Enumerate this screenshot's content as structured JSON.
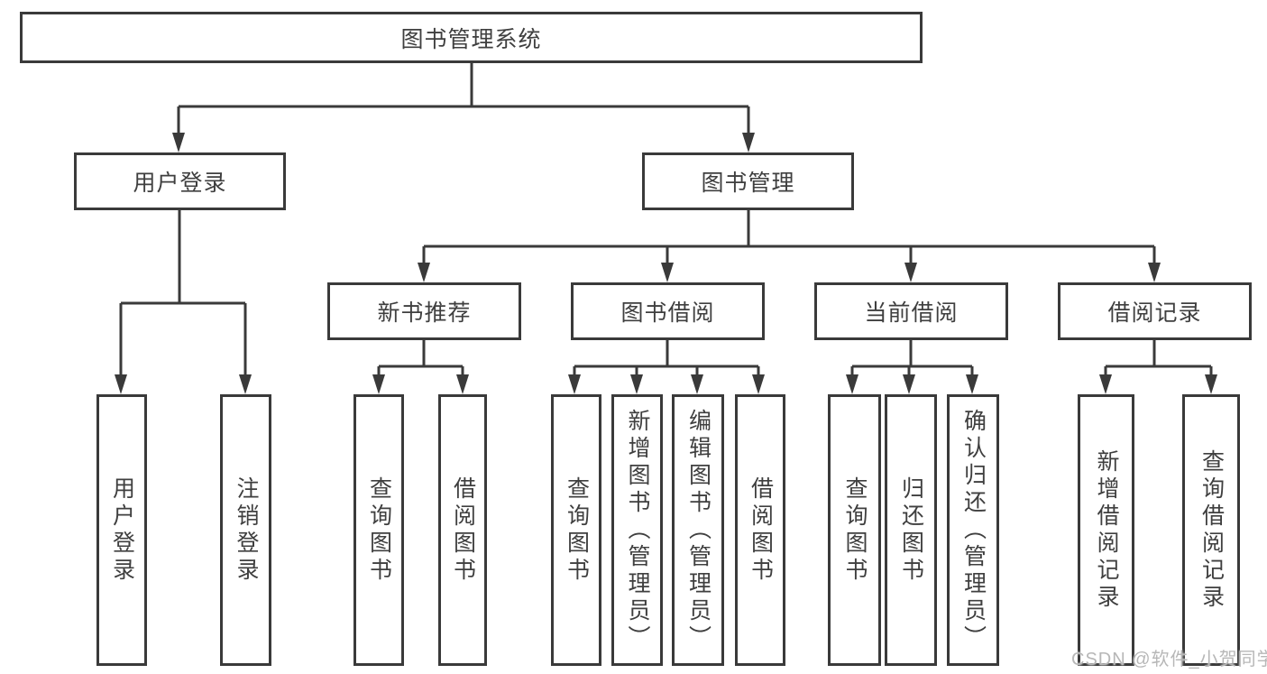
{
  "diagram": {
    "root": {
      "label": "图书管理系统"
    },
    "level2": [
      {
        "id": "user-login",
        "label": "用户登录"
      },
      {
        "id": "book-management",
        "label": "图书管理"
      }
    ],
    "level3": [
      {
        "id": "new-book-recommend",
        "label": "新书推荐"
      },
      {
        "id": "book-borrowing",
        "label": "图书借阅"
      },
      {
        "id": "current-borrowing",
        "label": "当前借阅"
      },
      {
        "id": "borrowing-records",
        "label": "借阅记录"
      }
    ],
    "leaves": [
      {
        "parent": "user-login",
        "label": "用户登录"
      },
      {
        "parent": "user-login",
        "label": "注销登录"
      },
      {
        "parent": "new-book-recommend",
        "label": "查询图书"
      },
      {
        "parent": "new-book-recommend",
        "label": "借阅图书"
      },
      {
        "parent": "book-borrowing",
        "label": "查询图书"
      },
      {
        "parent": "book-borrowing",
        "label": "新增图书（管理员）"
      },
      {
        "parent": "book-borrowing",
        "label": "编辑图书（管理员）"
      },
      {
        "parent": "book-borrowing",
        "label": "借阅图书"
      },
      {
        "parent": "current-borrowing",
        "label": "查询图书"
      },
      {
        "parent": "current-borrowing",
        "label": "归还图书"
      },
      {
        "parent": "current-borrowing",
        "label": "确认归还（管理员）"
      },
      {
        "parent": "borrowing-records",
        "label": "新增借阅记录"
      },
      {
        "parent": "borrowing-records",
        "label": "查询借阅记录"
      }
    ]
  },
  "watermark": "CSDN @软件_小贺同学",
  "colors": {
    "line": "#3a3a3a",
    "text": "#3f3f3f",
    "watermark": "#b7b7b7",
    "background": "#ffffff"
  }
}
